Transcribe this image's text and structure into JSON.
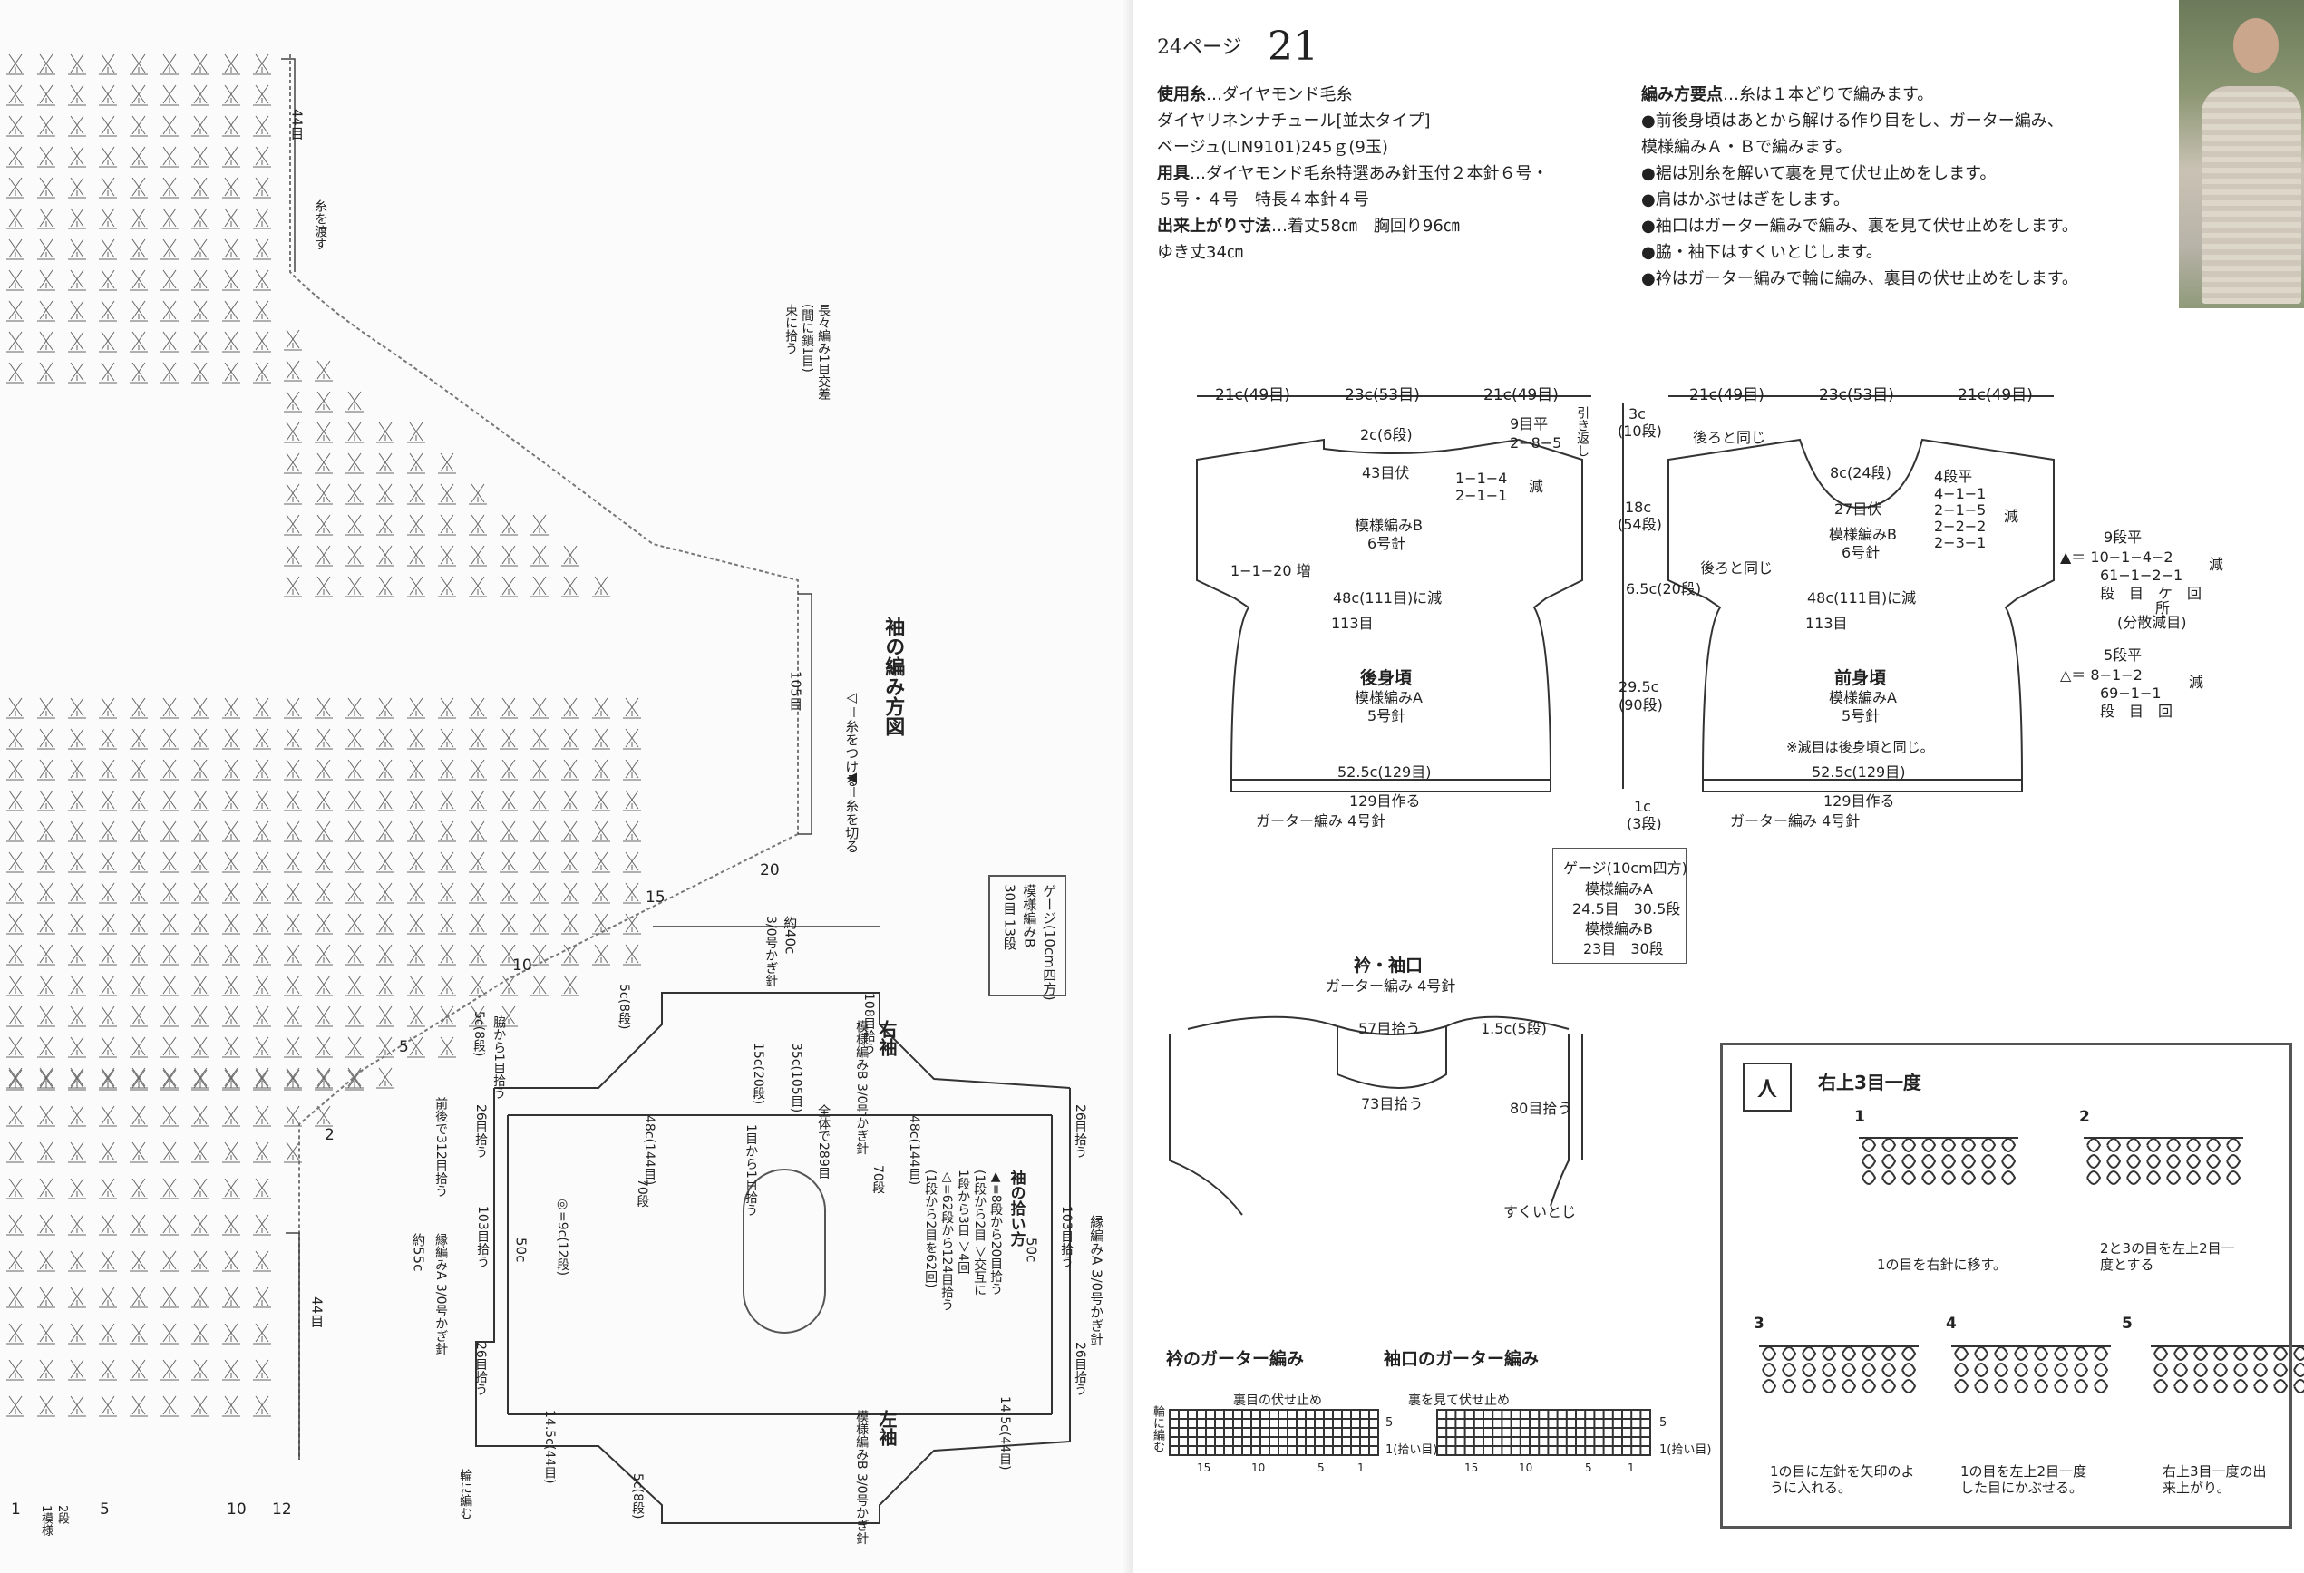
{
  "left_page": {
    "chart_title": "袖の編み方図",
    "legend_attach": "◁＝糸をつける",
    "legend_cut": "◀＝糸を切る",
    "label_44_top": "44目",
    "label_yarn_pass": "糸を渡す",
    "label_105": "105目",
    "label_44_bottom": "44目",
    "symbol_note_1": "長々編み1目交差",
    "symbol_note_2": "(間に鎖1目)",
    "symbol_note_3": "束に拾う",
    "row_nums_right": [
      "20",
      "15",
      "10",
      "5",
      "2"
    ],
    "row_nums_bottom": [
      "1",
      "5",
      "10",
      "12"
    ],
    "legend_bottom": [
      "2段",
      "1模様",
      "5"
    ],
    "dim_40": "約40c",
    "dim_40_sub": "3/0号かぎ針",
    "gauge_title": "ゲージ(10cm四方)",
    "gauge_l1": "模様編みB",
    "gauge_l2": "30目 13段",
    "sleeve_right_title": "右袖",
    "sleeve_right_sub": "模様編みB 3/0号かぎ針",
    "sleeve_left_title": "左袖",
    "sleeve_left_sub": "模様編みB 3/0号かぎ針",
    "pickup_title": "袖の拾い方",
    "pickup_lines": [
      "▲=8段から20目拾う",
      "(1段から2目 ＞交互に",
      " 1段から3目 ＞4回",
      "△=62段から124目拾う",
      "(1段から2目を62回)"
    ],
    "edge_label": "縁編みA 3/0号かぎ針",
    "labels": {
      "c5_top": "5c(8段)",
      "c5_bottom": "5c(8段)",
      "c5_left": "5c(8段)",
      "edge_1": "縁編み",
      "pick_108": "108目拾う",
      "c35": "35c(105目)",
      "c15": "15c(20段)",
      "c48a": "48c(144目)",
      "c48b": "48c(144目)",
      "all289": "全体で289目",
      "from_1": "1目から1目拾う",
      "rows70a": "70段",
      "rows70b": "70段",
      "pick_26a": "26目拾う",
      "pick_26b": "26目拾う",
      "pick_26c": "26目拾う",
      "pick_26d": "26目拾う",
      "pick_103a": "103目拾う",
      "pick_103b": "103目拾う",
      "c50a": "50c",
      "c50b": "50c",
      "c9": "◎=9c(12段)",
      "front_312": "前後で312目拾う",
      "c55": "約55c",
      "side_1": "脇から1目拾う",
      "c14a": "14.5c(44目)",
      "c14b": "14.5c(44目)",
      "ring": "輪に編む",
      "edge_right": "縁編みA 3/0号かぎ針"
    }
  },
  "right_page": {
    "page_ref": "24ページ",
    "number": "21",
    "materials": [
      {
        "h": "使用糸",
        "t": "…ダイヤモンド毛糸"
      },
      {
        "h": "",
        "t": "ダイヤリネンナチュール[並太タイプ]"
      },
      {
        "h": "",
        "t": "ベージュ(LIN9101)245ｇ(9玉)"
      },
      {
        "h": "用具",
        "t": "…ダイヤモンド毛糸特選あみ針玉付２本針６号・"
      },
      {
        "h": "",
        "t": "５号・４号　特長４本針４号"
      },
      {
        "h": "出来上がり寸法",
        "t": "…着丈58㎝　胸回り96㎝"
      },
      {
        "h": "",
        "t": "ゆき丈34㎝"
      }
    ],
    "points_title": "編み方要点",
    "points_intro": "…糸は１本どりで編みます。",
    "points": [
      "●前後身頃はあとから解ける作り目をし、ガーター編み、",
      "模様編みＡ・Ｂで編みます。",
      "●裾は別糸を解いて裏を見て伏せ止めをします。",
      "●肩はかぶせはぎをします。",
      "●袖口はガーター編みで編み、裏を見て伏せ止めをします。",
      "●脇・袖下はすくいとじします。",
      "●衿はガーター編みで輪に編み、裏目の伏せ止めをします。"
    ],
    "top_dims": [
      "21c(49目)",
      "23c(53目)",
      "21c(49目)",
      "21c(49目)",
      "23c(53目)",
      "21c(49目)"
    ],
    "back": {
      "c2": "2c(6段)",
      "plain9": "9目平",
      "r285": "2−8−5",
      "pull": "引き返し",
      "fu43": "43目伏",
      "r114": "1−1−4",
      "r211": "2−1−1",
      "dec": "減",
      "pattB": "模様編みB",
      "needle6": "6号針",
      "inc": "1−1−20 増",
      "c48": "48c(111目)に減",
      "m113": "113目",
      "name": "後身頃",
      "pattA": "模様編みA",
      "needle5": "5号針",
      "c52": "52.5c(129目)",
      "cast": "129目作る",
      "garter": "ガーター編み 4号針"
    },
    "front": {
      "same1": "後ろと同じ",
      "c8": "8c(24段)",
      "plain4": "4段平",
      "f1": "4−1−1",
      "f2": "2−1−5",
      "f3": "2−2−2",
      "f4": "2−3−1",
      "dec": "減",
      "fu27": "27目伏",
      "pattB": "模様編みB",
      "needle6": "6号針",
      "same2": "後ろと同じ",
      "c48": "48c(111目)に減",
      "m113": "113目",
      "name": "前身頃",
      "pattA": "模様編みA",
      "needle5": "5号針",
      "note": "※減目は後身頃と同じ。",
      "c52": "52.5c(129目)",
      "cast": "129目作る",
      "garter": "ガーター編み 4号針"
    },
    "mid": [
      "3c",
      "(10段)",
      "18c",
      "(54段)",
      "6.5c(20段)",
      "29.5c",
      "(90段)",
      "1c",
      "(3段)"
    ],
    "gauge": [
      "ゲージ(10cm四方)",
      "模様編みA",
      "24.5目　30.5段",
      "模様編みB",
      "23目　30段"
    ],
    "side_dec1": [
      "9段平",
      "▲＝ 10−1−4−2",
      "61−1−2−1",
      "段　目　ケ　回",
      "所",
      "(分散減目)"
    ],
    "side_dec2": [
      "5段平",
      "△＝ 8−1−2",
      "69−1−1",
      "段　目　回"
    ],
    "dec_word": "減",
    "collar": {
      "title": "衿・袖口",
      "sub": "ガーター編み 4号針",
      "p57": "57目拾う",
      "p15": "1.5c(5段)",
      "p73": "73目拾う",
      "p80": "80目拾う",
      "sukui": "すくいとじ"
    },
    "garter_charts": {
      "collar_title": "衿のガーター編み",
      "collar_top": "裏目の伏せ止め",
      "cuff_title": "袖口のガーター編み",
      "cuff_top": "裏を見て伏せ止め",
      "ring": "輪に編む",
      "five": "5",
      "one_pick": "1(拾い目)",
      "ticks": [
        "15",
        "10",
        "5",
        "1"
      ]
    },
    "technique": {
      "title": "右上3目一度",
      "steps": [
        {
          "n": "1",
          "cap": "1の目を右針に移す。"
        },
        {
          "n": "2",
          "cap": "2と3の目を左上2目一度とする"
        },
        {
          "n": "3",
          "cap": "1の目に左針を矢印のように入れる。"
        },
        {
          "n": "4",
          "cap": "1の目を左上2目一度した目にかぶせる。"
        },
        {
          "n": "5",
          "cap": "右上3目一度の出来上がり。"
        }
      ]
    }
  }
}
